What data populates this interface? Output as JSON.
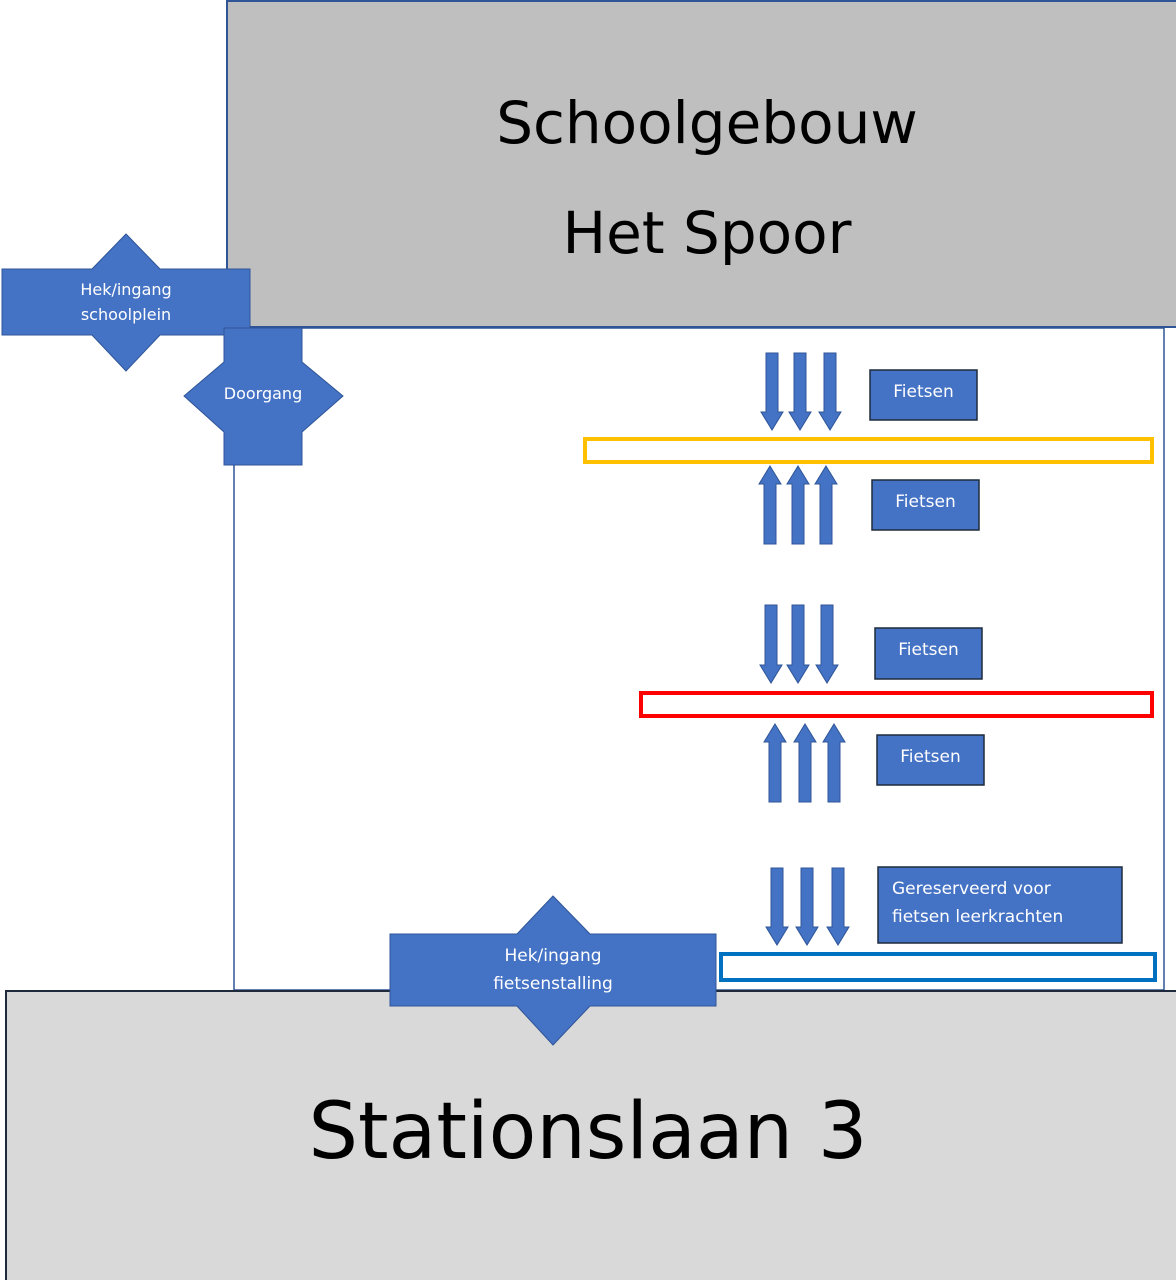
{
  "buildings": {
    "school_line1": "Schoolgebouw",
    "school_line2": "Het Spoor",
    "street": "Stationslaan 3"
  },
  "gates": {
    "schoolplein_line1": "Hek/ingang",
    "schoolplein_line2": "schoolplein",
    "doorgang": "Doorgang",
    "fietsenstalling_line1": "Hek/ingang",
    "fietsenstalling_line2": "fietsenstalling"
  },
  "bike_labels": [
    "Fietsen",
    "Fietsen",
    "Fietsen",
    "Fietsen"
  ],
  "reserved_line1": "Gereserveerd voor",
  "reserved_line2": "fietsen leerkrachten",
  "colors": {
    "shape_blue": "#4472c4",
    "outline_blue": "#2f5597",
    "rack_yellow": "#ffc000",
    "rack_red": "#ff0000",
    "rack_blue": "#0070c0",
    "school_gray": "#bfbfbf",
    "street_gray": "#d9d9d9"
  }
}
